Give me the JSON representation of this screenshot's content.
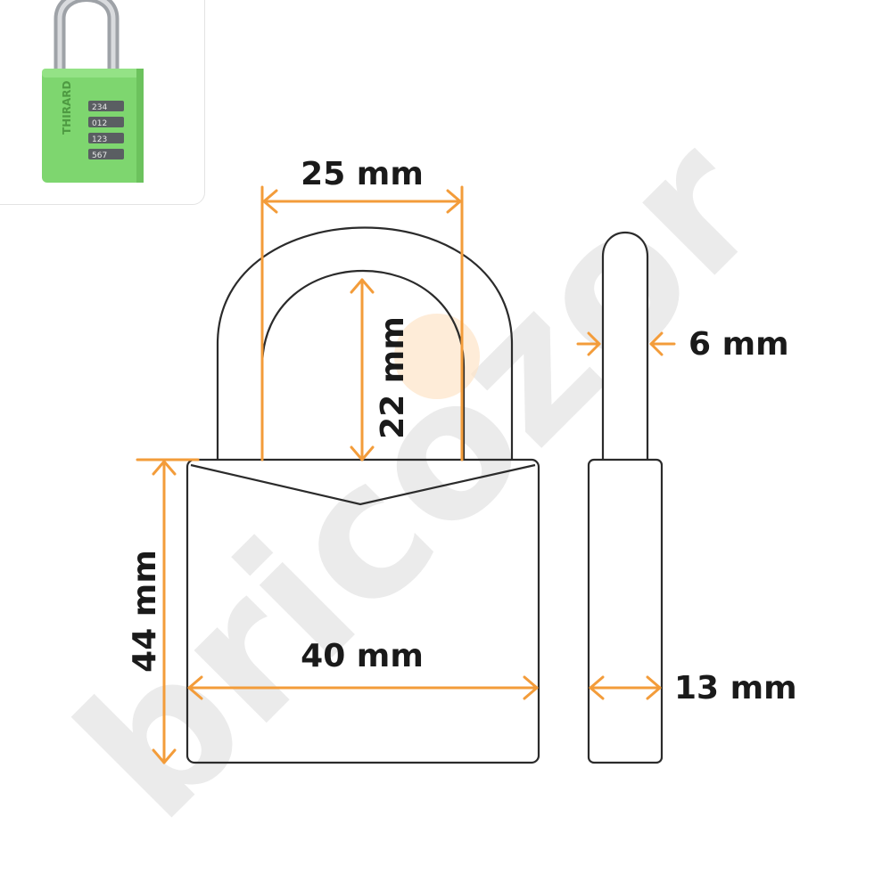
{
  "thumbnail": {
    "brand": "THIRARD",
    "dial_digits": [
      "234",
      "012",
      "123",
      "567"
    ],
    "body_color": "#7ed66f",
    "shackle_color": "#b9bcc0"
  },
  "watermark": {
    "text": "bricozor",
    "color": "#e9e9e9"
  },
  "dimensions": {
    "shackle_width": "25 mm",
    "shackle_height": "22 mm",
    "body_height": "44 mm",
    "body_width": "40 mm",
    "shackle_diameter": "6 mm",
    "body_thickness": "13 mm"
  },
  "colors": {
    "dimension_line": "#f39c3a",
    "outline": "#2b2b2b",
    "label": "#1a1a1a",
    "accent_dot": "#fde4c8"
  }
}
